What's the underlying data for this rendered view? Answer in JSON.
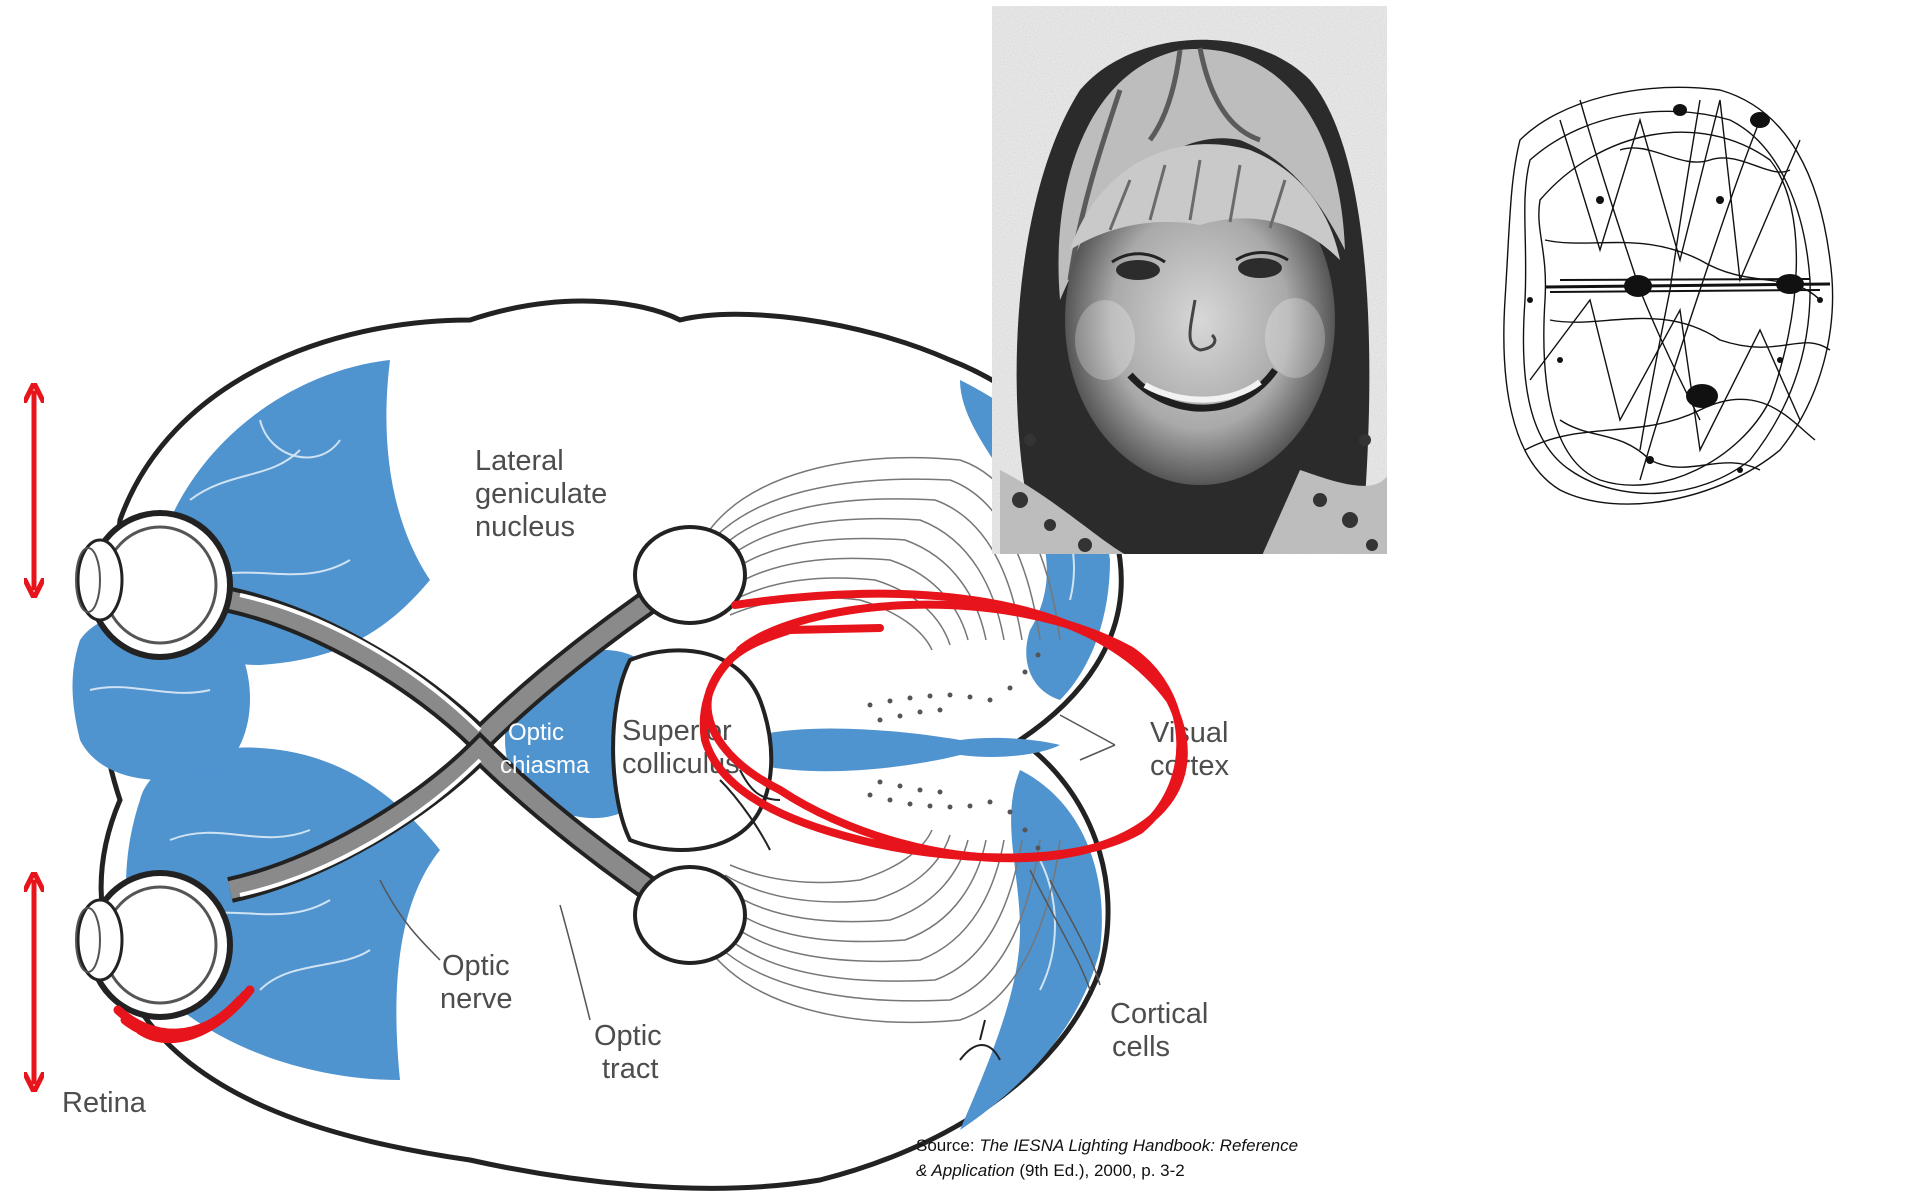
{
  "diagram": {
    "labels": {
      "lateral_geniculate": [
        "Lateral",
        "geniculate",
        "nucleus"
      ],
      "optic_chiasma": [
        "Optic",
        "chiasma"
      ],
      "superior_colliculus": [
        "Superior",
        "colliculus"
      ],
      "visual_cortex": [
        "Visual",
        "cortex"
      ],
      "optic_nerve": [
        "Optic",
        "nerve"
      ],
      "optic_tract": [
        "Optic",
        "tract"
      ],
      "cortical_cells": [
        "Cortical",
        "cells"
      ],
      "retina": "Retina"
    },
    "colors": {
      "brain_blue": "#4f93cf",
      "pathway_gray": "#8a8a8a",
      "annotation_red": "#e8141b",
      "outline": "#222222"
    }
  },
  "source": {
    "prefix": "Source: ",
    "title_line1": "The IESNA Lighting Handbook: Reference",
    "title_line2": "& Application",
    "suffix": " (9th Ed.), 2000, p. 3-2"
  },
  "photo": {
    "subject": "child-face-photo"
  },
  "eye_tracking": {
    "subject": "eye-movement-scanpath"
  },
  "annotations": {
    "arrows": 2,
    "circles": 2
  }
}
